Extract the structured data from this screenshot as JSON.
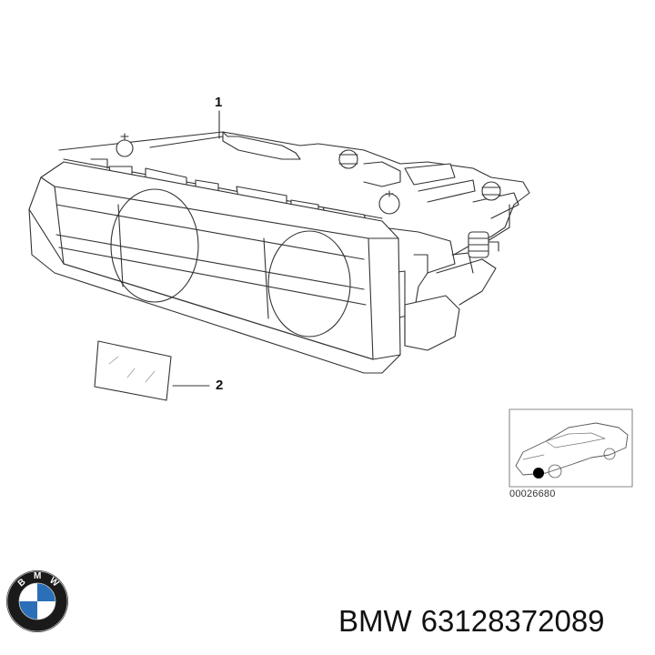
{
  "diagram": {
    "callouts": [
      {
        "id": "callout-1",
        "label": "1",
        "part": "headlight-assembly"
      },
      {
        "id": "callout-2",
        "label": "2",
        "part": "lens-label"
      }
    ],
    "reference_code": "00026680"
  },
  "logo": {
    "brand": "BMW",
    "letters": [
      "B",
      "M",
      "W"
    ],
    "colors": {
      "ring": "#1a1a1a",
      "blue": "#2b6fb8",
      "white": "#ffffff"
    }
  },
  "caption": {
    "brand": "BMW",
    "part_number": "63128372089"
  },
  "colors": {
    "line": "#333333",
    "fill": "#ffffff",
    "marker": "#000000"
  },
  "icons": [
    "bmw-roundel-icon",
    "car-location-icon"
  ]
}
